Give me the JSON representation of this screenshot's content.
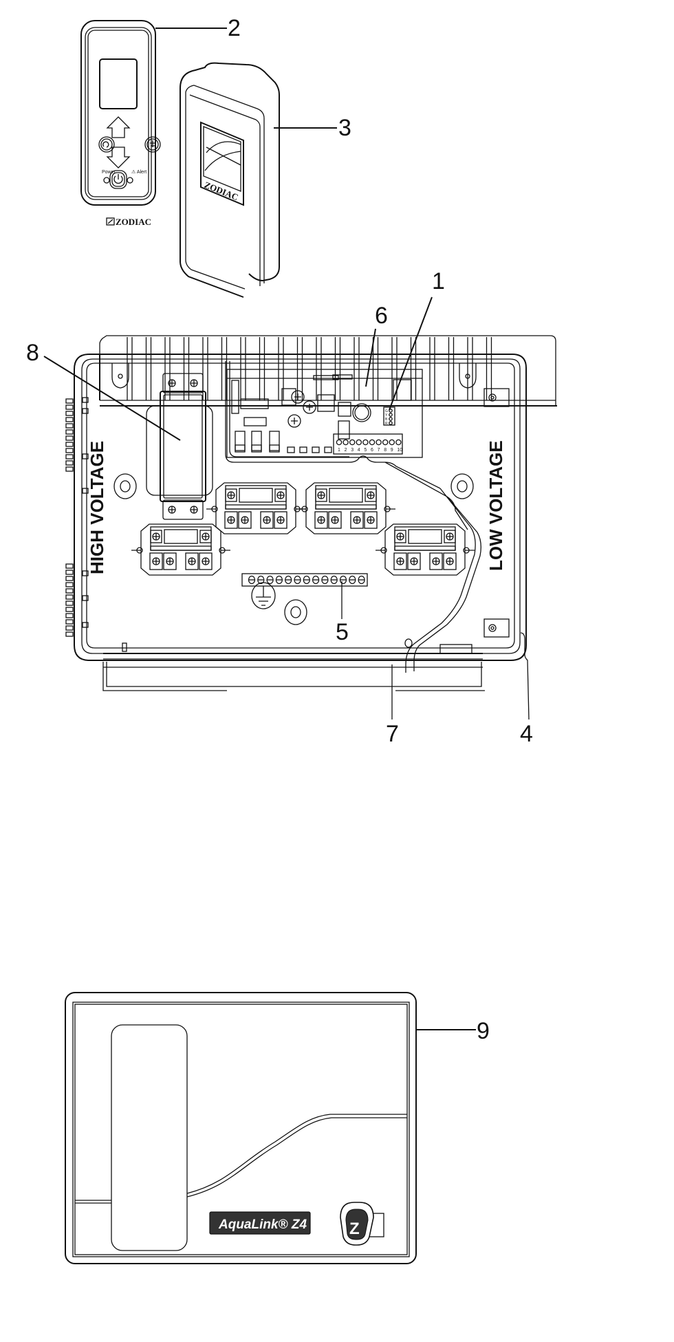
{
  "figure": {
    "type": "exploded-parts-diagram",
    "colors": {
      "line": "#111111",
      "background": "#ffffff",
      "nameplate": "#333333"
    }
  },
  "callouts": [
    {
      "number": "1",
      "part": "PCB / control board"
    },
    {
      "number": "2",
      "part": "Wall-mount remote (front)"
    },
    {
      "number": "3",
      "part": "Remote cover"
    },
    {
      "number": "4",
      "part": "Enclosure side edge"
    },
    {
      "number": "5",
      "part": "Ground terminal bar"
    },
    {
      "number": "6",
      "part": "Enclosure top fins / heat sink"
    },
    {
      "number": "7",
      "part": "Bottom rail"
    },
    {
      "number": "8",
      "part": "Transformer"
    },
    {
      "number": "9",
      "part": "Front cover / door"
    }
  ],
  "remote": {
    "power_label": "Power",
    "alert_label": "⚠ Alert",
    "brand": "ZODIAC",
    "icons": [
      "display-screen",
      "back-arrow-icon",
      "up-arrow-icon",
      "down-arrow-icon",
      "light-icon",
      "power-icon"
    ]
  },
  "remote_cover": {
    "brand": "ZODIAC"
  },
  "enclosure": {
    "left_label": "HIGH VOLTAGE",
    "right_label": "LOW VOLTAGE",
    "pcb_terminals": [
      "1",
      "2",
      "3",
      "4",
      "5",
      "6",
      "7",
      "8",
      "9",
      "10"
    ],
    "pcb_connector_pins": [
      "G",
      "Y",
      "B",
      "R"
    ]
  },
  "front_cover": {
    "nameplate": "AquaLink® Z4",
    "logo": "Z"
  }
}
